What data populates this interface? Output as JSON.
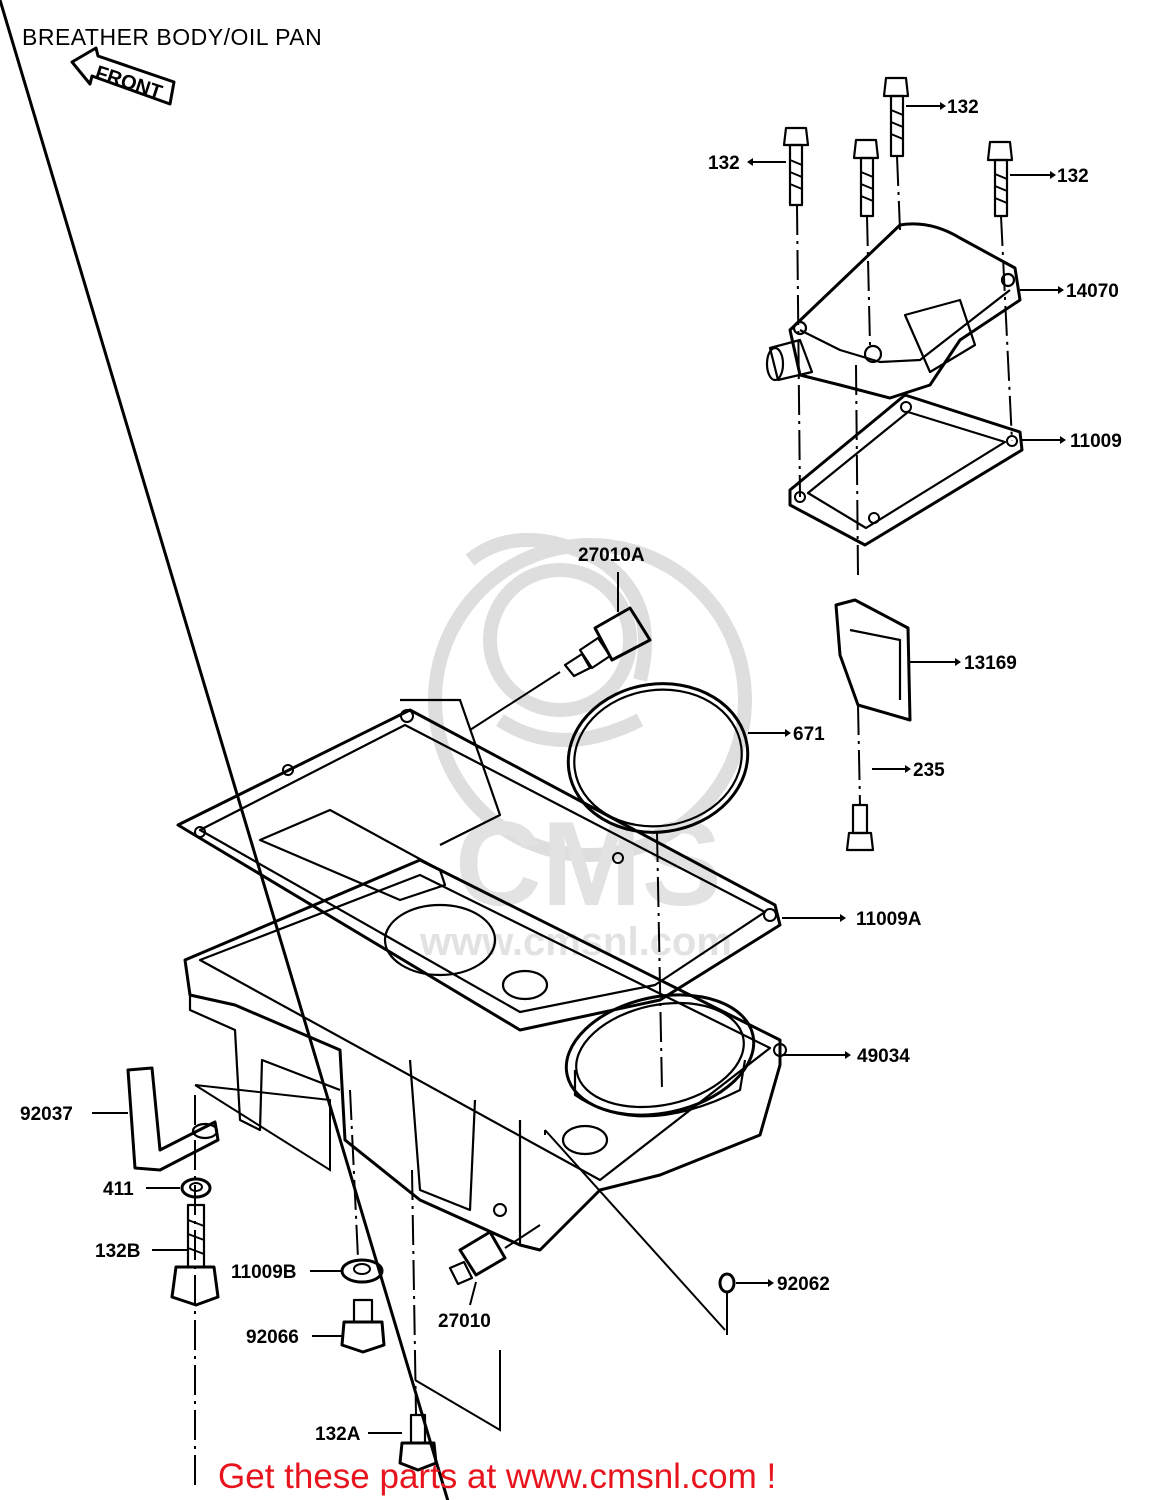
{
  "title": "BREATHER BODY/OIL PAN",
  "front_label": "FRONT",
  "watermark_text": "CMS",
  "watermark_url": "www.cmsnl.com",
  "footer": "Get these parts at www.cmsnl.com !",
  "colors": {
    "footer_text": "#e8141d",
    "ink": "#000000",
    "watermark": "#e0e0e0"
  },
  "parts": [
    {
      "id": "132-top",
      "label": "132"
    },
    {
      "id": "132-left",
      "label": "132"
    },
    {
      "id": "132-right",
      "label": "132"
    },
    {
      "id": "14070",
      "label": "14070"
    },
    {
      "id": "11009",
      "label": "11009"
    },
    {
      "id": "27010A",
      "label": "27010A"
    },
    {
      "id": "13169",
      "label": "13169"
    },
    {
      "id": "671",
      "label": "671"
    },
    {
      "id": "235",
      "label": "235"
    },
    {
      "id": "11009A",
      "label": "11009A"
    },
    {
      "id": "49034",
      "label": "49034"
    },
    {
      "id": "92037",
      "label": "92037"
    },
    {
      "id": "411",
      "label": "411"
    },
    {
      "id": "132B",
      "label": "132B"
    },
    {
      "id": "11009B",
      "label": "11009B"
    },
    {
      "id": "27010",
      "label": "27010"
    },
    {
      "id": "92062",
      "label": "92062"
    },
    {
      "id": "92066",
      "label": "92066"
    },
    {
      "id": "132A",
      "label": "132A"
    }
  ]
}
